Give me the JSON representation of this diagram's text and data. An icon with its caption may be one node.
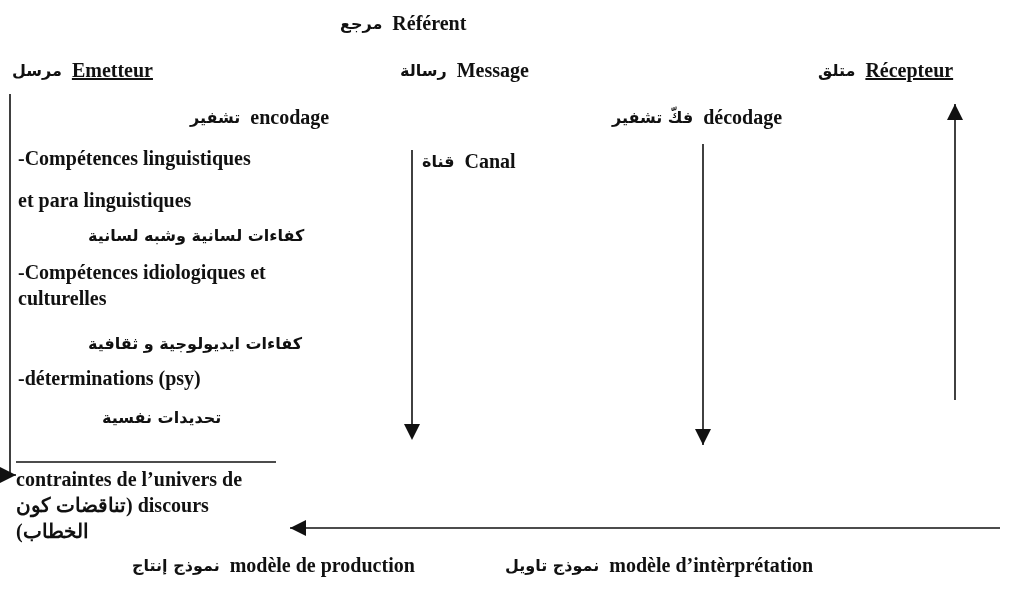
{
  "diagram": {
    "nodes": [
      {
        "text": [
          "Référent",
          "مرجع"
        ]
      },
      {
        "text": [
          "Emetteur",
          "مرسل"
        ]
      },
      {
        "text": [
          "Message",
          "رسالة"
        ]
      },
      {
        "text": [
          "Récepteur",
          "متلق"
        ]
      },
      {
        "text": [
          "encodage",
          "تشفير"
        ]
      },
      {
        "text": [
          "décodage",
          "فكّ تشفير"
        ]
      },
      {
        "text": [
          "Canal",
          "قناة"
        ]
      },
      {
        "text": [
          "-Compétences linguistiques",
          "et para  linguistiques",
          "كفاءات لسانية وشبه لسانية",
          "-Compétences idiologiques et culturelles",
          "كفاءات ايديولوجية و ثقافية",
          "-déterminations (psy)",
          "تحديدات نفسية"
        ]
      },
      {
        "text": [
          "contraintes de l’univers de discours (تناقضات كون الخطاب)"
        ]
      },
      {
        "text": [
          "modèle de production",
          "نموذج إنتاج"
        ]
      },
      {
        "text": [
          "modèle d’intèrprétation",
          "نموذج تاويل"
        ]
      }
    ],
    "edges": [
      {
        "from": 5,
        "to": null,
        "arrow": "to"
      },
      {
        "from": null,
        "to": 3,
        "arrow": "to"
      },
      {
        "from": null,
        "to": 8,
        "arrow": "to"
      },
      {
        "from": 1,
        "to": 8,
        "arrow": "to"
      }
    ]
  }
}
